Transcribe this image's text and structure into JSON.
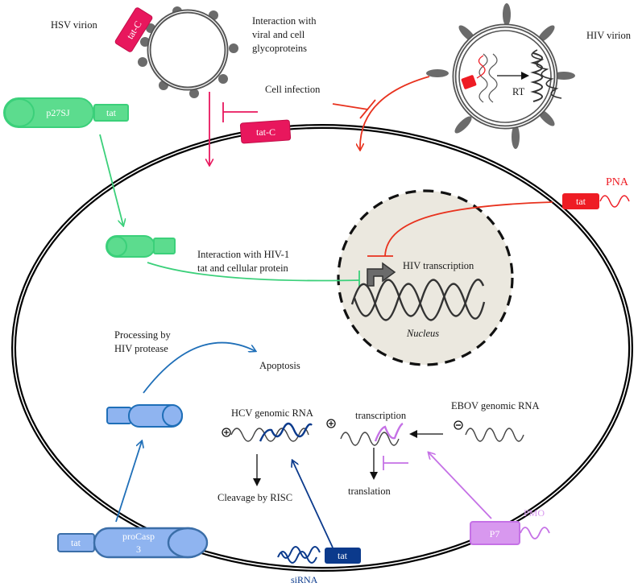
{
  "colors": {
    "hsv_pink": "#e8175d",
    "hiv_red": "#e8321e",
    "pna_red": "#ee1c24",
    "green": "#3bd07a",
    "green_fill": "#5cdc8e",
    "blue": "#1f6fb8",
    "blue_fill": "#8fb4f0",
    "navy": "#0b3a8c",
    "purple": "#c571e6",
    "purple_fill": "#d898ef",
    "virion_gray": "#5a5a5a",
    "nucleus_fill": "#ebe8df"
  },
  "labels": {
    "hsv_virion": "HSV virion",
    "hiv_virion": "HIV virion",
    "interaction_glyco_1": "Interaction with",
    "interaction_glyco_2": "viral and cell",
    "interaction_glyco_3": "glycoproteins",
    "cell_infection": "Cell infection",
    "tat_c_virion": "tat-C",
    "tat_c_membrane": "tat-C",
    "rt": "RT",
    "p27sj": "p27SJ",
    "p27sj_tat": "tat",
    "interaction_hiv1_1": "Interaction with HIV-1",
    "interaction_hiv1_2": "tat and cellular protein",
    "hiv_transcription": "HIV transcription",
    "nucleus": "Nucleus",
    "pna": "PNA",
    "pna_tat": "tat",
    "processing_1": "Processing by",
    "processing_2": "HIV protease",
    "apoptosis": "Apoptosis",
    "hcv_rna": "HCV genomic RNA",
    "cleavage": "Cleavage by RISC",
    "transcription": "transcription",
    "translation": "translation",
    "ebov_rna": "EBOV genomic RNA",
    "procasp_1": "proCasp",
    "procasp_2": "3",
    "procasp_tat": "tat",
    "sirna": "siRNA",
    "sirna_tat": "tat",
    "p7": "P7",
    "pmo": "PMO",
    "plus_sign": "+",
    "minus_sign": "−"
  }
}
